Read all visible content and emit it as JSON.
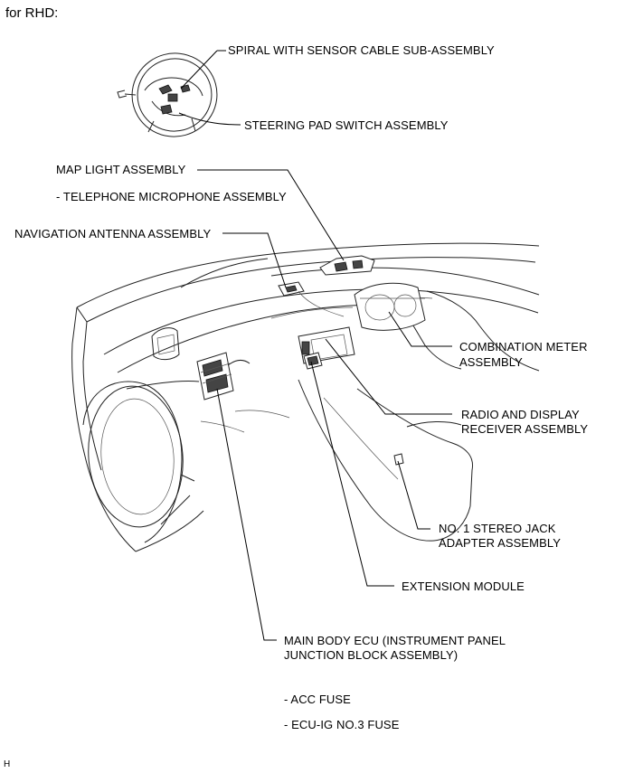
{
  "header": {
    "title": "for RHD:"
  },
  "labels": {
    "spiral": "SPIRAL WITH SENSOR CABLE SUB-ASSEMBLY",
    "steering_pad": "STEERING PAD SWITCH ASSEMBLY",
    "map_light": "MAP LIGHT ASSEMBLY",
    "telephone_mic": "- TELEPHONE MICROPHONE ASSEMBLY",
    "nav_antenna": "NAVIGATION ANTENNA ASSEMBLY",
    "combination_meter_1": "COMBINATION METER",
    "combination_meter_2": "ASSEMBLY",
    "radio_display_1": "RADIO AND DISPLAY",
    "radio_display_2": "RECEIVER ASSEMBLY",
    "stereo_jack_1": "NO. 1 STEREO JACK",
    "stereo_jack_2": "ADAPTER ASSEMBLY",
    "extension_module": "EXTENSION MODULE",
    "main_body_ecu_1": "MAIN BODY ECU (INSTRUMENT PANEL",
    "main_body_ecu_2": "JUNCTION BLOCK ASSEMBLY)",
    "acc_fuse": "- ACC FUSE",
    "ecu_ig_fuse": "- ECU-IG NO.3 FUSE"
  },
  "footer": {
    "code": "H"
  }
}
